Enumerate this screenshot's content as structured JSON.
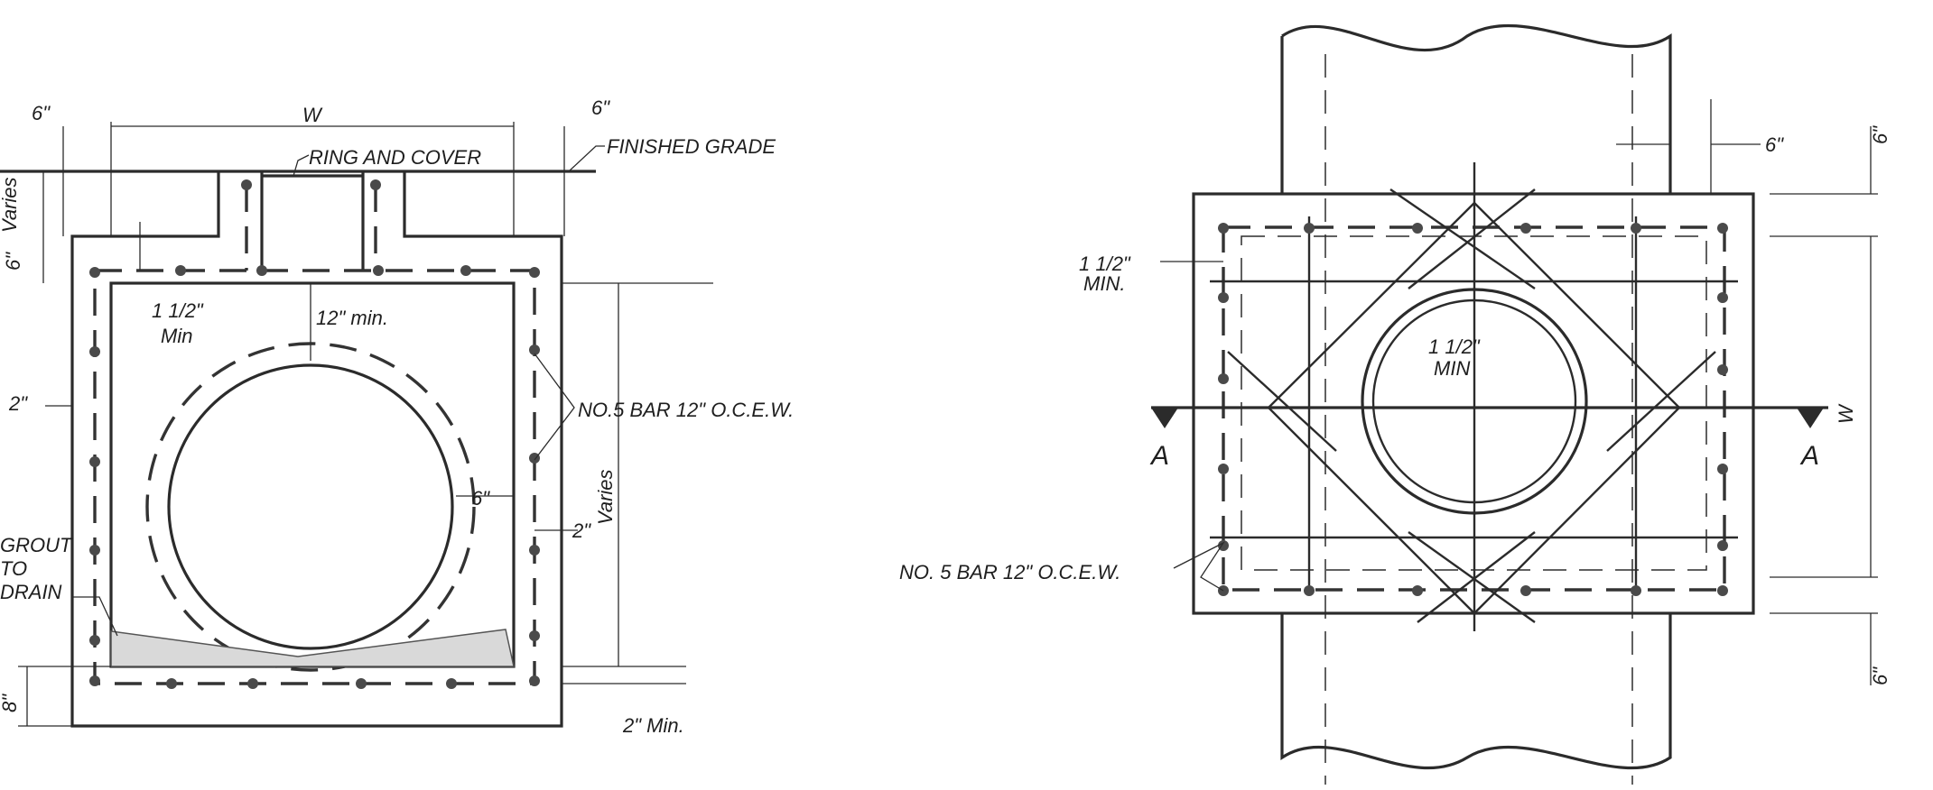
{
  "section_view": {
    "width_label": "W",
    "side_cover_left": "6\"",
    "side_cover_right": "6\"",
    "ring_and_cover": "RING AND COVER",
    "finished_grade": "FINISHED GRADE",
    "varies_top": "Varies",
    "top_slab_thickness": "6\"",
    "cover_min": "1 1/2\"",
    "cover_min_sub": "Min",
    "clearance": "12\" min.",
    "wall_cover_left": "2\"",
    "rebar_note": "NO.5 BAR 12\" O.C.E.W.",
    "pipe_clearance": "6\"",
    "wall_cover_right": "2\"",
    "varies_side": "Varies",
    "grout_line1": "GROUT",
    "grout_line2": "TO",
    "grout_line3": "DRAIN",
    "base_thickness": "8\"",
    "base_min": "2\" Min."
  },
  "plan_view": {
    "side_6_a": "6\"",
    "side_6_b": "6\"",
    "side_6_c": "6\"",
    "cover_min_a": "1 1/2\"",
    "cover_min_a_sub": "MIN.",
    "cover_min_b": "1 1/2\"",
    "cover_min_b_sub": "MIN",
    "width_label": "W",
    "section_left": "A",
    "section_right": "A",
    "rebar_note": "NO. 5 BAR 12\" O.C.E.W."
  }
}
